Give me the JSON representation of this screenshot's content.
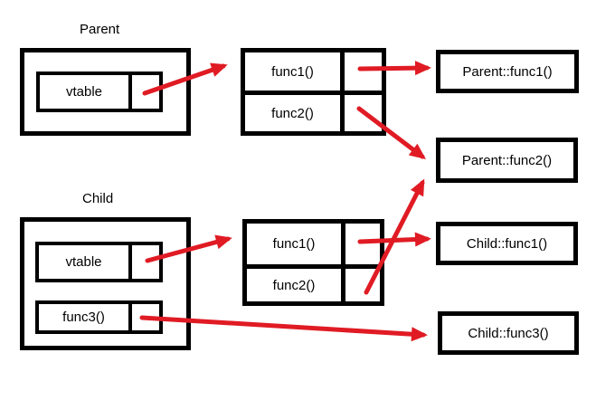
{
  "parent": {
    "label": "Parent",
    "object_fields": {
      "vtable": "vtable"
    },
    "vtable_entries": [
      "func1()",
      "func2()"
    ],
    "impls": {
      "func1": "Parent::func1()",
      "func2": "Parent::func2()"
    }
  },
  "child": {
    "label": "Child",
    "object_fields": {
      "vtable": "vtable",
      "func3": "func3()"
    },
    "vtable_entries": [
      "func1()",
      "func2()"
    ],
    "impls": {
      "func1": "Child::func1()",
      "func3": "Child::func3()"
    }
  },
  "arrows": [
    {
      "id": "parent-object-vtable-pointer-to-parent-vtable",
      "from": "parent object vtable pointer",
      "to": "parent vtable"
    },
    {
      "id": "parent-vtable-func1-to-impl",
      "from": "parent vtable func1()",
      "to": "Parent::func1()"
    },
    {
      "id": "parent-vtable-func2-to-impl",
      "from": "parent vtable func2()",
      "to": "Parent::func2()"
    },
    {
      "id": "child-object-vtable-pointer-to-child-vtable",
      "from": "child object vtable pointer",
      "to": "child vtable"
    },
    {
      "id": "child-vtable-func1-to-impl",
      "from": "child vtable func1()",
      "to": "Child::func1()"
    },
    {
      "id": "child-vtable-func2-to-parent-impl",
      "from": "child vtable func2()",
      "to": "Parent::func2()"
    },
    {
      "id": "child-object-func3-to-impl",
      "from": "child object func3()",
      "to": "Child::func3()"
    }
  ],
  "colors": {
    "arrow": "#e01b24",
    "border": "#000000",
    "background": "#ffffff",
    "text": "#000000"
  }
}
